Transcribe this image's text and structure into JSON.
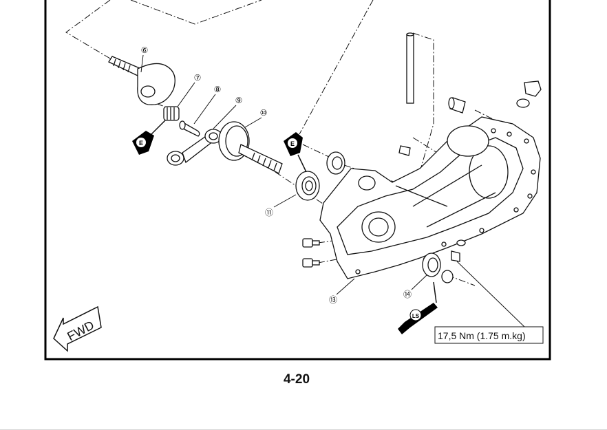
{
  "page": {
    "number": "4-20"
  },
  "callouts": [
    "⑥",
    "⑦",
    "⑧",
    "⑨",
    "⑩",
    "⑪",
    "⑬",
    "⑭"
  ],
  "symbols": {
    "engine_oil": "E",
    "lithium_soap_grease": "LS"
  },
  "direction_arrow": "FWD",
  "torque_spec": "17,5 Nm (1.75 m.kg)",
  "colors": {
    "line": "#111111",
    "frame": "#000000",
    "rule": "#d7d7d7"
  }
}
